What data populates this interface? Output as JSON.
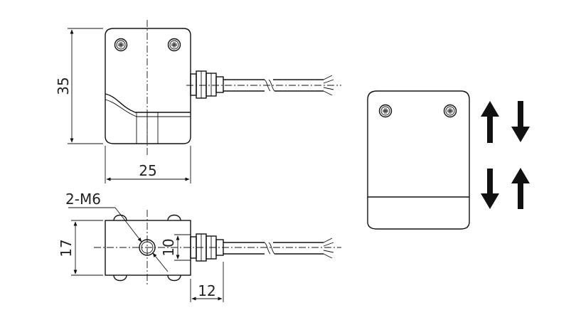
{
  "front_view": {
    "height_label": "35",
    "width_label": "25"
  },
  "side_view": {
    "thread_label": "2-M6",
    "height_label": "17",
    "inner_label": "10",
    "cable_offset_label": "12"
  },
  "icons": {
    "screw": "phillips-screw-icon",
    "arrows_pair_1": "up-down-arrows-icon",
    "arrows_pair_2": "down-up-arrows-icon"
  }
}
